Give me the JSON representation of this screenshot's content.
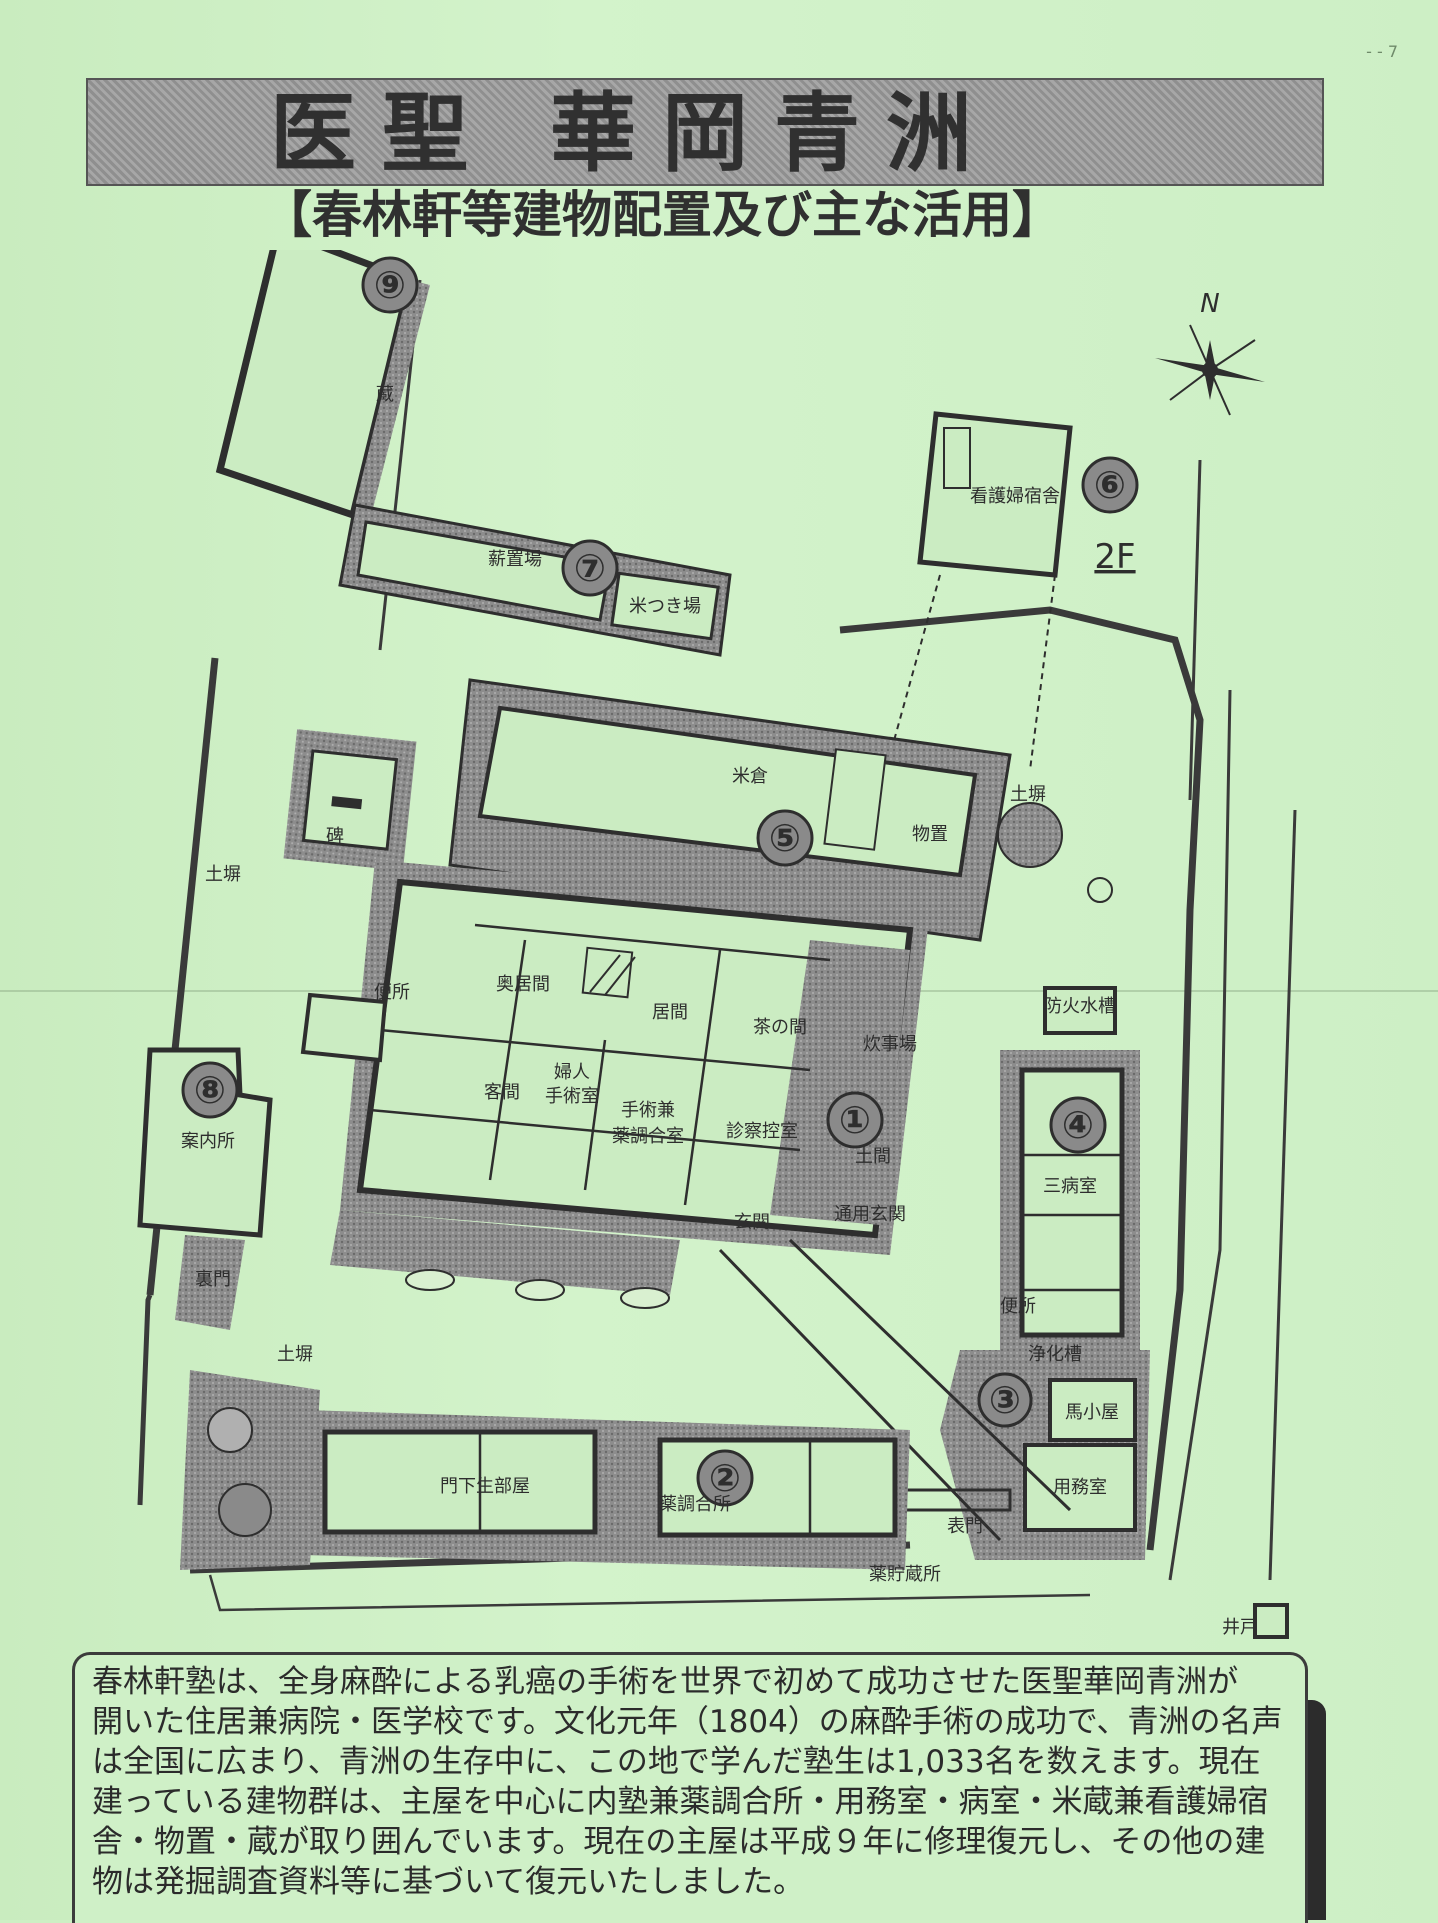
{
  "corner_mark": "- - 7",
  "title": "医聖 華岡青洲",
  "subtitle": "【春林軒等建物配置及び主な活用】",
  "compass": "N",
  "floor_note": "2F",
  "buildings": [
    {
      "number": "①",
      "label": "土間"
    },
    {
      "number": "②",
      "label": "薬調合所"
    },
    {
      "number": "③",
      "label": "馬小屋"
    },
    {
      "number": "④",
      "label": "三病室"
    },
    {
      "number": "⑤",
      "label": "米倉"
    },
    {
      "number": "⑥",
      "label": "看護婦宿舎"
    },
    {
      "number": "⑦",
      "label": "薪置場"
    },
    {
      "number": "⑧",
      "label": "案内所"
    },
    {
      "number": "⑨",
      "label": "蔵"
    }
  ],
  "rooms": {
    "okui": "奥居間",
    "ima": "居間",
    "chanoma": "茶の間",
    "suijiba": "炊事場",
    "kyakuma": "客間",
    "fujin": "婦人",
    "shujutsu": "手術室",
    "shujutsuken": "手術兼",
    "yakuchougou": "薬調合室",
    "shinsatsu": "診察控室",
    "benjo1": "便所",
    "benjo2": "便所",
    "genkan": "玄関",
    "tsuyou_genkan": "通用玄関",
    "bouka": "防火水槽",
    "monka": "門下生部屋",
    "yakuchozo": "薬貯蔵所",
    "omotemon": "表門",
    "uramon": "裏門",
    "youmu": "用務室",
    "joukasou": "浄化槽",
    "kometsuki": "米つき場",
    "monooki": "物置",
    "hi": "碑",
    "ido": "井戸",
    "dobei1": "土塀",
    "dobei2": "土塀",
    "dobei3": "土塀"
  },
  "description": [
    "春林軒塾は、全身麻酔による乳癌の手術を世界で初めて成功させた医聖華岡青洲が",
    "開いた住居兼病院・医学校です。文化元年（1804）の麻酔手術の成功で、青洲の名声",
    "は全国に広まり、青洲の生存中に、この地で学んだ塾生は1,033名を数えます。現在",
    "建っている建物群は、主屋を中心に内塾兼薬調合所・用務室・病室・米蔵兼看護婦宿",
    "舎・物置・蔵が取り囲んでいます。現在の主屋は平成９年に修理復元し、その他の建",
    "物は発掘調査資料等に基づいて復元いたしました。"
  ],
  "colors": {
    "paper": "#cdefc4",
    "ink": "#2e2e2e",
    "hatch": "#8a8a8a"
  }
}
